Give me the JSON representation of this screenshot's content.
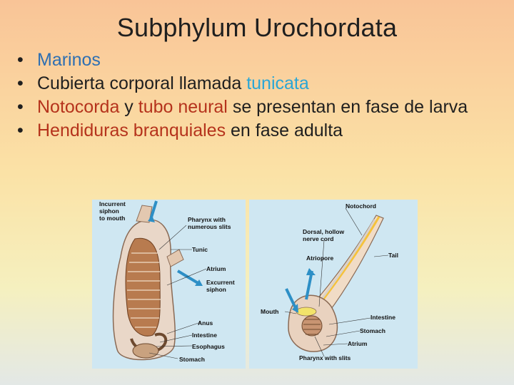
{
  "slide": {
    "title": "Subphylum Urochordata",
    "bullets": {
      "b1": "Marinos",
      "b2_prefix": "Cubierta corporal llamada ",
      "b2_highlight": "tunicata",
      "b3_word1": "Notocorda",
      "b3_mid": " y ",
      "b3_word2": "tubo neural",
      "b3_rest": " se presentan en fase de larva",
      "b4_highlight": "Hendiduras branquiales",
      "b4_rest": " en fase adulta"
    }
  },
  "figure_left": {
    "labels": {
      "incurrent": "Incurrent",
      "siphon": "siphon",
      "to_mouth": "to mouth",
      "pharynx1": "Pharynx with",
      "pharynx2": "numerous slits",
      "tunic": "Tunic",
      "atrium": "Atrium",
      "excurrent": "Excurrent",
      "siphon2": "siphon",
      "anus": "Anus",
      "intestine": "Intestine",
      "esophagus": "Esophagus",
      "stomach": "Stomach"
    }
  },
  "figure_right": {
    "labels": {
      "notochord": "Notochord",
      "dorsal1": "Dorsal, hollow",
      "dorsal2": "nerve cord",
      "atriopore": "Atriopore",
      "tail": "Tail",
      "mouth": "Mouth",
      "intestine": "Intestine",
      "stomach": "Stomach",
      "atrium": "Atrium",
      "pharynx": "Pharynx with slits"
    }
  },
  "colors": {
    "title": "#1f1f1f",
    "marinos": "#2e6fb2",
    "tunicata": "#2aa6d6",
    "highlight_red": "#b5331c",
    "figure_bg": "#cfe7f2"
  }
}
